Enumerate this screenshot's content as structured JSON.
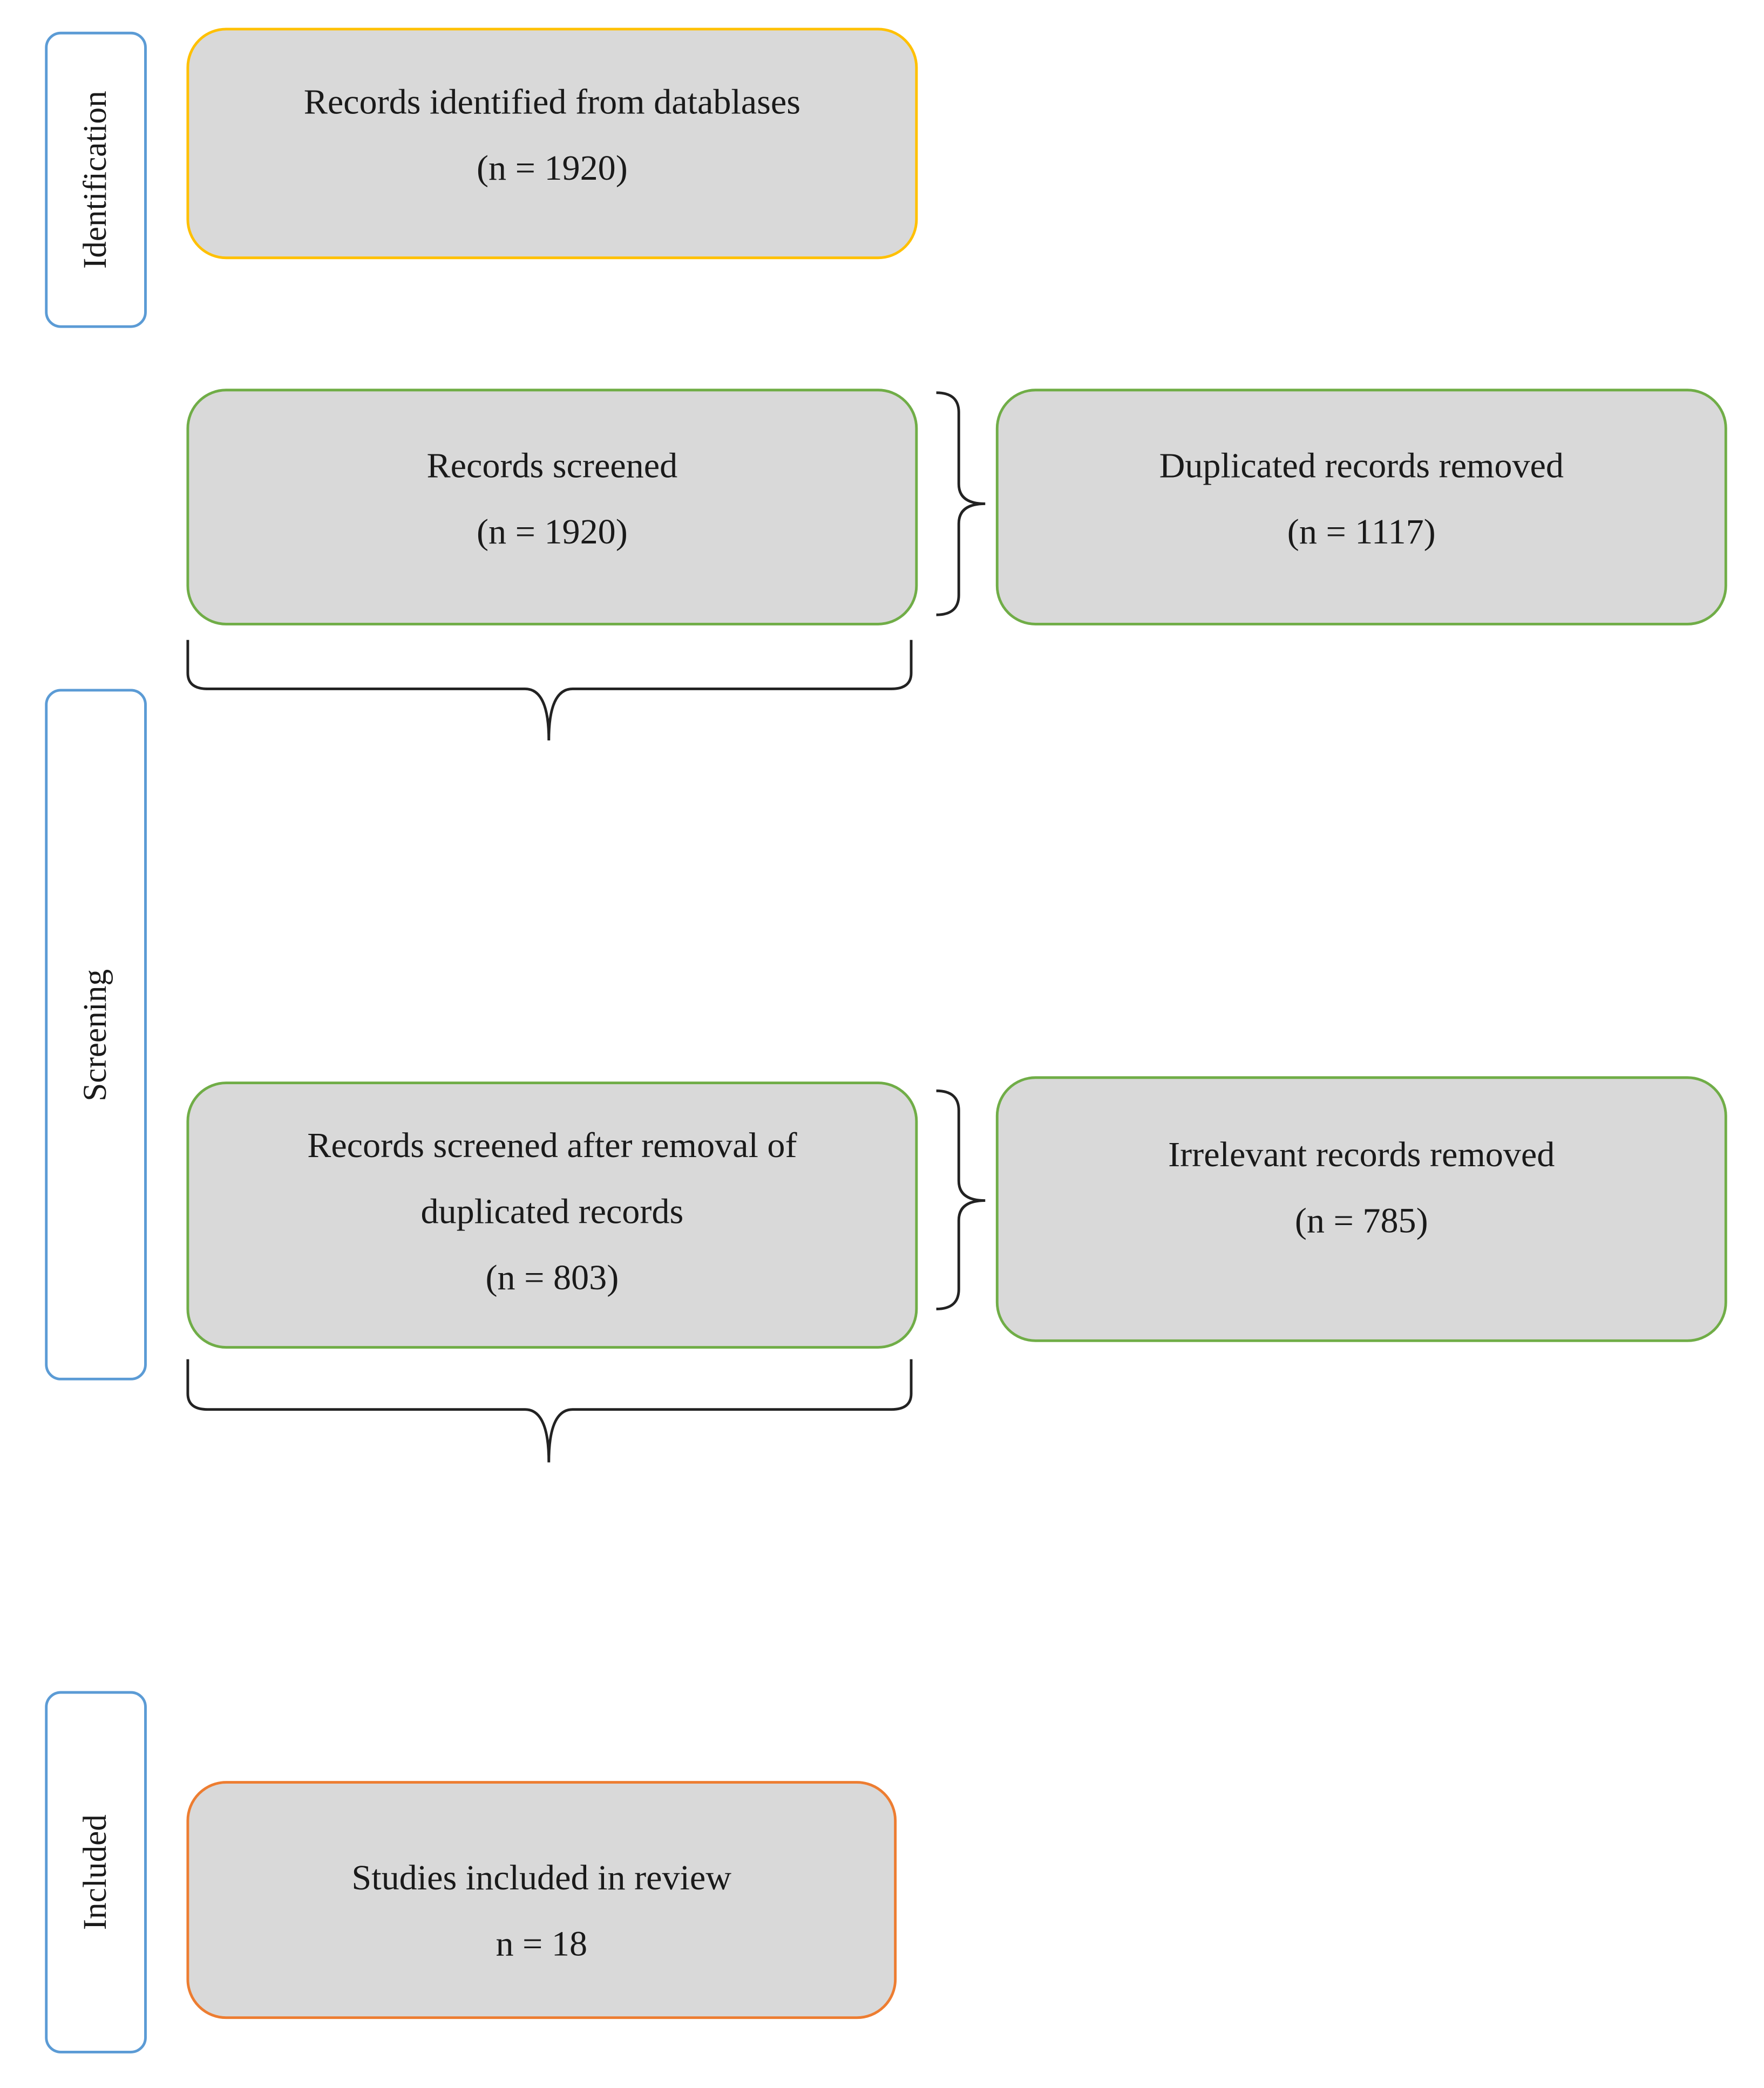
{
  "stages": {
    "identification": "Identification",
    "screening": "Screening",
    "included": "Included"
  },
  "boxes": {
    "identified": {
      "line1": "Records identified from datablases",
      "line2": "(n = 1920)"
    },
    "screened": {
      "line1": "Records screened",
      "line2": "(n = 1920)"
    },
    "duplicates": {
      "line1": "Duplicated records removed",
      "line2": "(n = 1117)"
    },
    "after_removal": {
      "line1": "Records screened after removal of",
      "line2": "duplicated records",
      "line3": "(n = 803)"
    },
    "irrelevant": {
      "line1": "Irrelevant records removed",
      "line2": "(n = 785)"
    },
    "included": {
      "line1": "Studies included in review",
      "line2": "n = 18"
    }
  },
  "colors": {
    "stage_border": "#5b9bd5",
    "identification_border": "#ffc000",
    "screening_border": "#70ad47",
    "included_border": "#ed7d31",
    "box_fill": "#d9d9d9"
  }
}
